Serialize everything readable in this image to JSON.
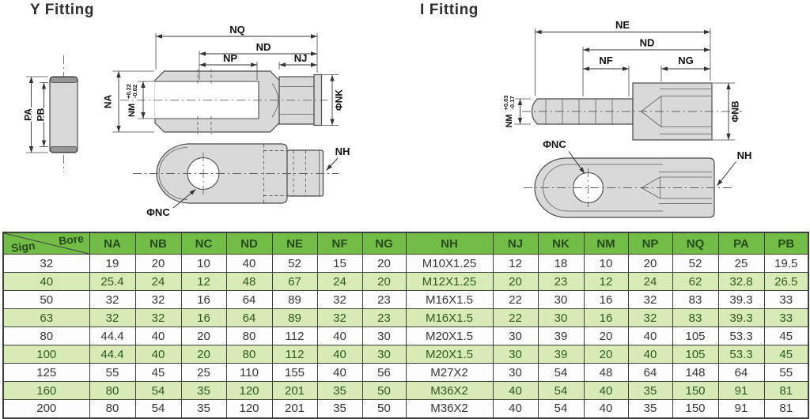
{
  "titles": {
    "y_fitting": "Y Fitting",
    "i_fitting": "I Fitting"
  },
  "y_drawing": {
    "labels": {
      "pa": "PA",
      "pb": "PB",
      "na": "NA",
      "nm": "NM",
      "nm_tol_upper": "+0.22",
      "nm_tol_lower": "-0.02",
      "nq": "NQ",
      "nd": "ND",
      "np": "NP",
      "nj": "NJ",
      "nk": "ΦNK",
      "nc": "ΦNC",
      "nh": "NH"
    }
  },
  "i_drawing": {
    "labels": {
      "ne": "NE",
      "nd": "ND",
      "nf": "NF",
      "ng": "NG",
      "nb": "ΦNB",
      "nm": "NM",
      "nm_tol_upper": "+0.03",
      "nm_tol_lower": "-0.17",
      "nc": "ΦNC",
      "nh": "NH"
    }
  },
  "table": {
    "corner_top": "Bore",
    "corner_bottom": "Sign",
    "columns": [
      "NA",
      "NB",
      "NC",
      "ND",
      "NE",
      "NF",
      "NG",
      "NH",
      "NJ",
      "NK",
      "NM",
      "NP",
      "NQ",
      "PA",
      "PB"
    ],
    "rows": [
      {
        "bore": "32",
        "values": [
          "19",
          "20",
          "10",
          "40",
          "52",
          "15",
          "20",
          "M10X1.25",
          "12",
          "18",
          "10",
          "20",
          "52",
          "25",
          "19.5"
        ]
      },
      {
        "bore": "40",
        "values": [
          "25.4",
          "24",
          "12",
          "48",
          "67",
          "24",
          "20",
          "M12X1.25",
          "20",
          "23",
          "12",
          "24",
          "62",
          "32.8",
          "26.5"
        ]
      },
      {
        "bore": "50",
        "values": [
          "32",
          "32",
          "16",
          "64",
          "89",
          "32",
          "23",
          "M16X1.5",
          "22",
          "30",
          "16",
          "32",
          "83",
          "39.3",
          "33"
        ]
      },
      {
        "bore": "63",
        "values": [
          "32",
          "32",
          "16",
          "64",
          "89",
          "32",
          "23",
          "M16X1.5",
          "22",
          "30",
          "16",
          "32",
          "83",
          "39.3",
          "33"
        ]
      },
      {
        "bore": "80",
        "values": [
          "44.4",
          "40",
          "20",
          "80",
          "112",
          "40",
          "30",
          "M20X1.5",
          "30",
          "39",
          "20",
          "40",
          "105",
          "53.3",
          "45"
        ]
      },
      {
        "bore": "100",
        "values": [
          "44.4",
          "40",
          "20",
          "80",
          "112",
          "40",
          "30",
          "M20X1.5",
          "30",
          "39",
          "20",
          "40",
          "105",
          "53.3",
          "45"
        ]
      },
      {
        "bore": "125",
        "values": [
          "55",
          "45",
          "25",
          "110",
          "155",
          "40",
          "56",
          "M27X2",
          "30",
          "54",
          "48",
          "64",
          "148",
          "64",
          "55"
        ]
      },
      {
        "bore": "160",
        "values": [
          "80",
          "54",
          "35",
          "120",
          "201",
          "35",
          "50",
          "M36X2",
          "40",
          "54",
          "40",
          "35",
          "150",
          "91",
          "81"
        ]
      },
      {
        "bore": "200",
        "values": [
          "80",
          "54",
          "35",
          "120",
          "201",
          "35",
          "50",
          "M36X2",
          "40",
          "54",
          "40",
          "35",
          "150",
          "91",
          "81"
        ]
      }
    ]
  },
  "colors": {
    "header_green": "#72bd46",
    "row_green": "#d8eab6",
    "row_white": "#fdfdfd",
    "grid_line": "#3f3f3f",
    "header_text": "#274a1c",
    "green_row_text": "#2f5a20",
    "white_row_text": "#383838",
    "drawing_fill": "#d9d9d9",
    "drawing_stroke": "#4a4a4a"
  }
}
